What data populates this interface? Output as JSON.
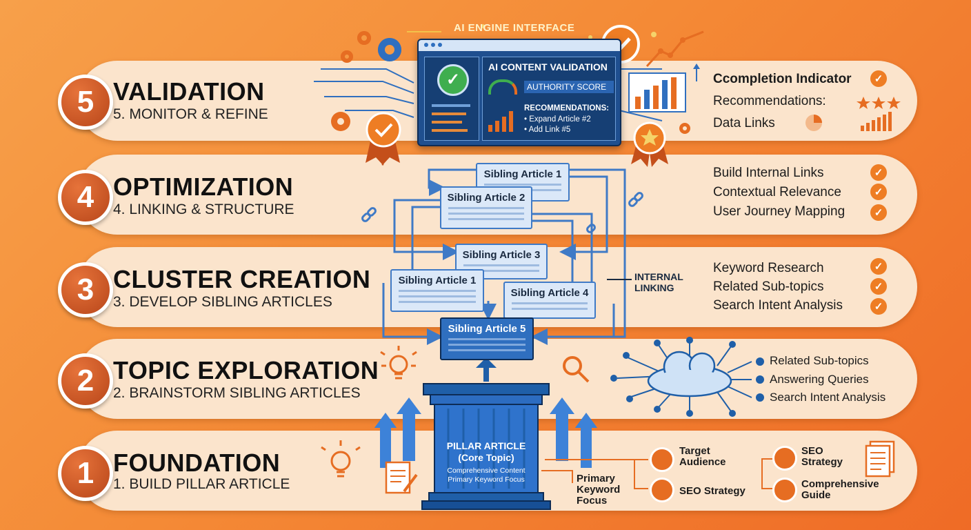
{
  "header": {
    "engine_label": "AI ENGINE INTERFACE"
  },
  "panel": {
    "title": "AI CONTENT VALIDATION",
    "score_label": "AUTHORITY SCORE",
    "rec_title": "RECOMMENDATIONS:",
    "rec_1": "• Expand Article #2",
    "rec_2": "• Add Link #5"
  },
  "stages": [
    {
      "number": "5",
      "title": "VALIDATION",
      "subtitle": "5. MONITOR & REFINE"
    },
    {
      "number": "4",
      "title": "OPTIMIZATION",
      "subtitle": "4. LINKING & STRUCTURE"
    },
    {
      "number": "3",
      "title": "CLUSTER CREATION",
      "subtitle": "3. DEVELOP SIBLING ARTICLES"
    },
    {
      "number": "2",
      "title": "TOPIC EXPLORATION",
      "subtitle": "2. BRAINSTORM SIBLING ARTICLES"
    },
    {
      "number": "1",
      "title": "FOUNDATION",
      "subtitle": "1. BUILD PILLAR ARTICLE"
    }
  ],
  "validation_items": [
    "Ccompletion Indicator",
    "Recommendations:",
    "Data Links"
  ],
  "optimization_items": [
    "Build Internal Links",
    "Contextual Relevance",
    "User Journey Mapping"
  ],
  "cluster_items": [
    "Keyword Research",
    "Related Sub-topics",
    "Search Intent Analysis"
  ],
  "exploration_items": [
    "Related Sub-topics",
    "Answering Queries",
    "Search Intent Analysis"
  ],
  "articles": {
    "a1_top": "Sibling Article 1",
    "a2": "Sibling Article 2",
    "a3": "Sibling Article 3",
    "a1_left": "Sibling Article 1",
    "a4": "Sibling Article 4",
    "a5": "Sibling Article 5"
  },
  "internal_linking": "INTERNAL\nLINKING",
  "pillar": {
    "title": "PILLAR ARTICLE",
    "core": "(Core Topic)",
    "line1": "Comprehensive Content",
    "line2": "Primary Keyword Focus"
  },
  "foundation": {
    "primary_keyword": "Primary\nKeyword\nFocus",
    "target_audience": "Target\nAudience",
    "seo_strategy_1": "SEO Strategy",
    "seo_strategy_2": "SEO\nStrategy",
    "comprehensive_guide": "Comprehensive\nGuide"
  },
  "colors": {
    "accent": "#ee7d24",
    "blue": "#2f6fbf",
    "band": "#fbe4cc"
  }
}
